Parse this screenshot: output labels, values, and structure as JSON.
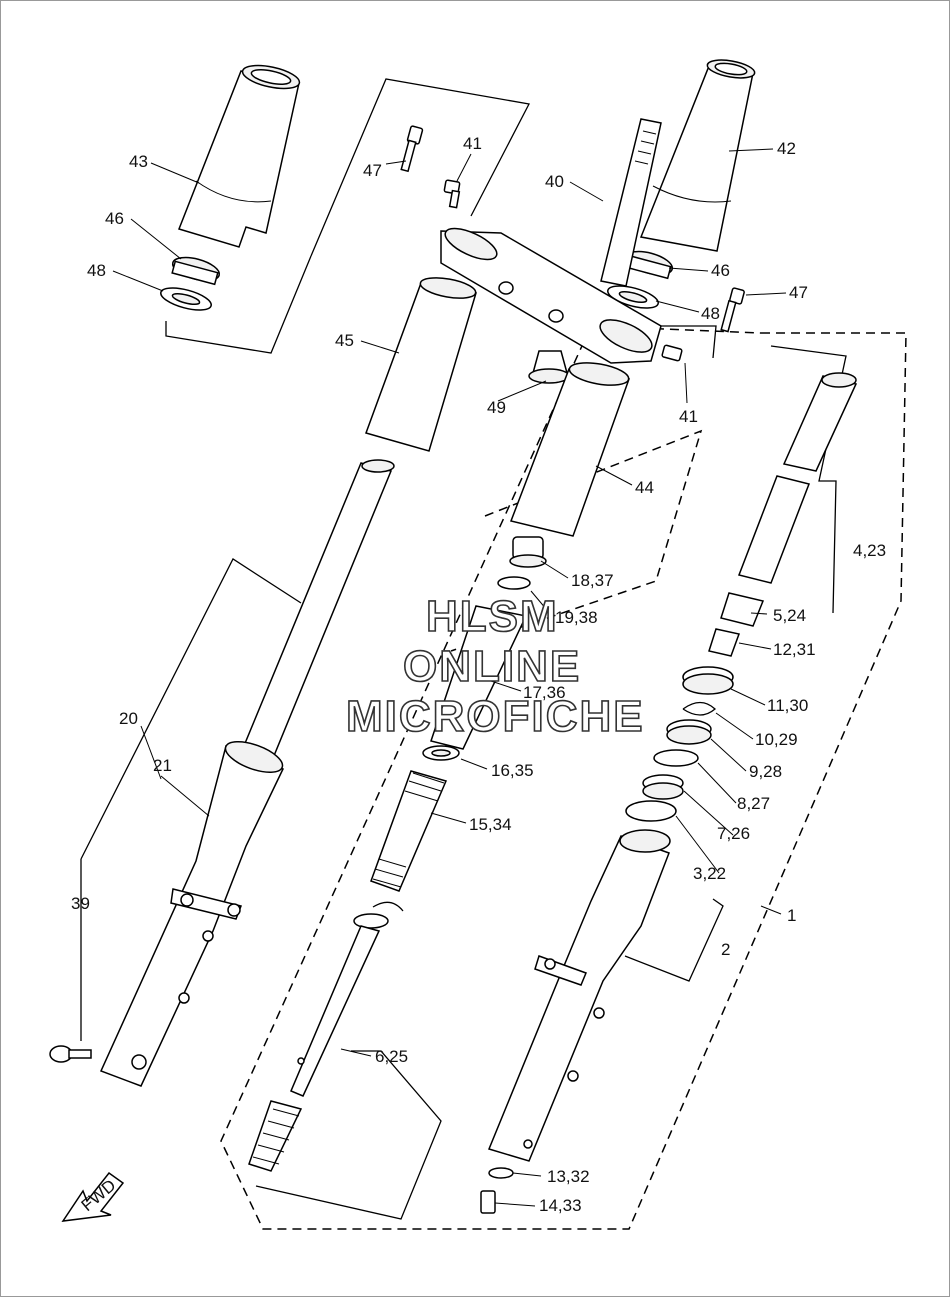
{
  "watermark": {
    "line1": "HLSM",
    "line2": "ONLINE",
    "line3": "MICROFICHE"
  },
  "fwd_arrow": "FWD",
  "callouts": {
    "c1": "1",
    "c2": "2",
    "c3_22": "3,22",
    "c4_23": "4,23",
    "c5_24": "5,24",
    "c6_25": "6,25",
    "c7_26": "7,26",
    "c8_27": "8,27",
    "c9_28": "9,28",
    "c10_29": "10,29",
    "c11_30": "11,30",
    "c12_31": "12,31",
    "c13_32": "13,32",
    "c14_33": "14,33",
    "c15_34": "15,34",
    "c16_35": "16,35",
    "c17_36": "17,36",
    "c18_37": "18,37",
    "c19_38": "19,38",
    "c20": "20",
    "c21": "21",
    "c39": "39",
    "c40": "40",
    "c41a": "41",
    "c41b": "41",
    "c42": "42",
    "c43": "43",
    "c44": "44",
    "c45": "45",
    "c46a": "46",
    "c46b": "46",
    "c47a": "47",
    "c47b": "47",
    "c48a": "48",
    "c48b": "48",
    "c49": "49"
  }
}
